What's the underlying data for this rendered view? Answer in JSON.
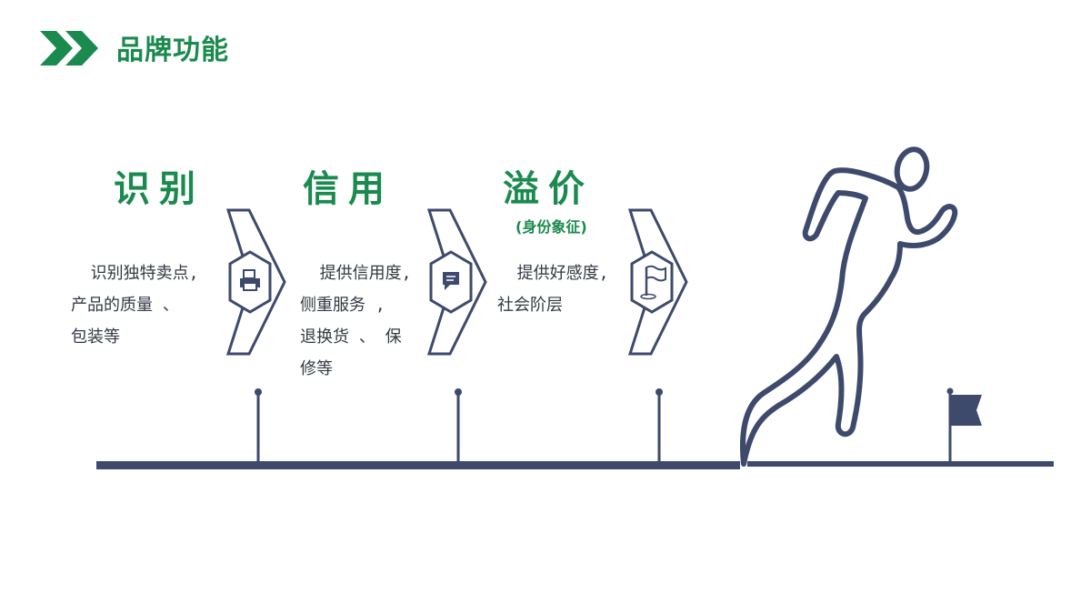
{
  "header": {
    "title": "品牌功能",
    "icon": "double-chevron-right-icon"
  },
  "steps": [
    {
      "title": "识别",
      "subtitle": "",
      "description": "  识别独特卖点,\n产品的质量 、\n包装等",
      "icon": "printer-icon"
    },
    {
      "title": "信用",
      "subtitle": "",
      "description": "  提供信用度,\n侧重服务 ,\n退换货 、 保\n修等",
      "icon": "chat-bubble-icon"
    },
    {
      "title": "溢价",
      "subtitle": "(身份象征)",
      "description": "  提供好感度,\n社会阶层",
      "icon": "flag-icon"
    }
  ],
  "finish": {
    "icon": "finish-flag-icon",
    "figure": "running-man-icon"
  },
  "colors": {
    "accent_green": "#1a8a4e",
    "line_navy": "#3e4a6c",
    "text_dark": "#333a45"
  }
}
